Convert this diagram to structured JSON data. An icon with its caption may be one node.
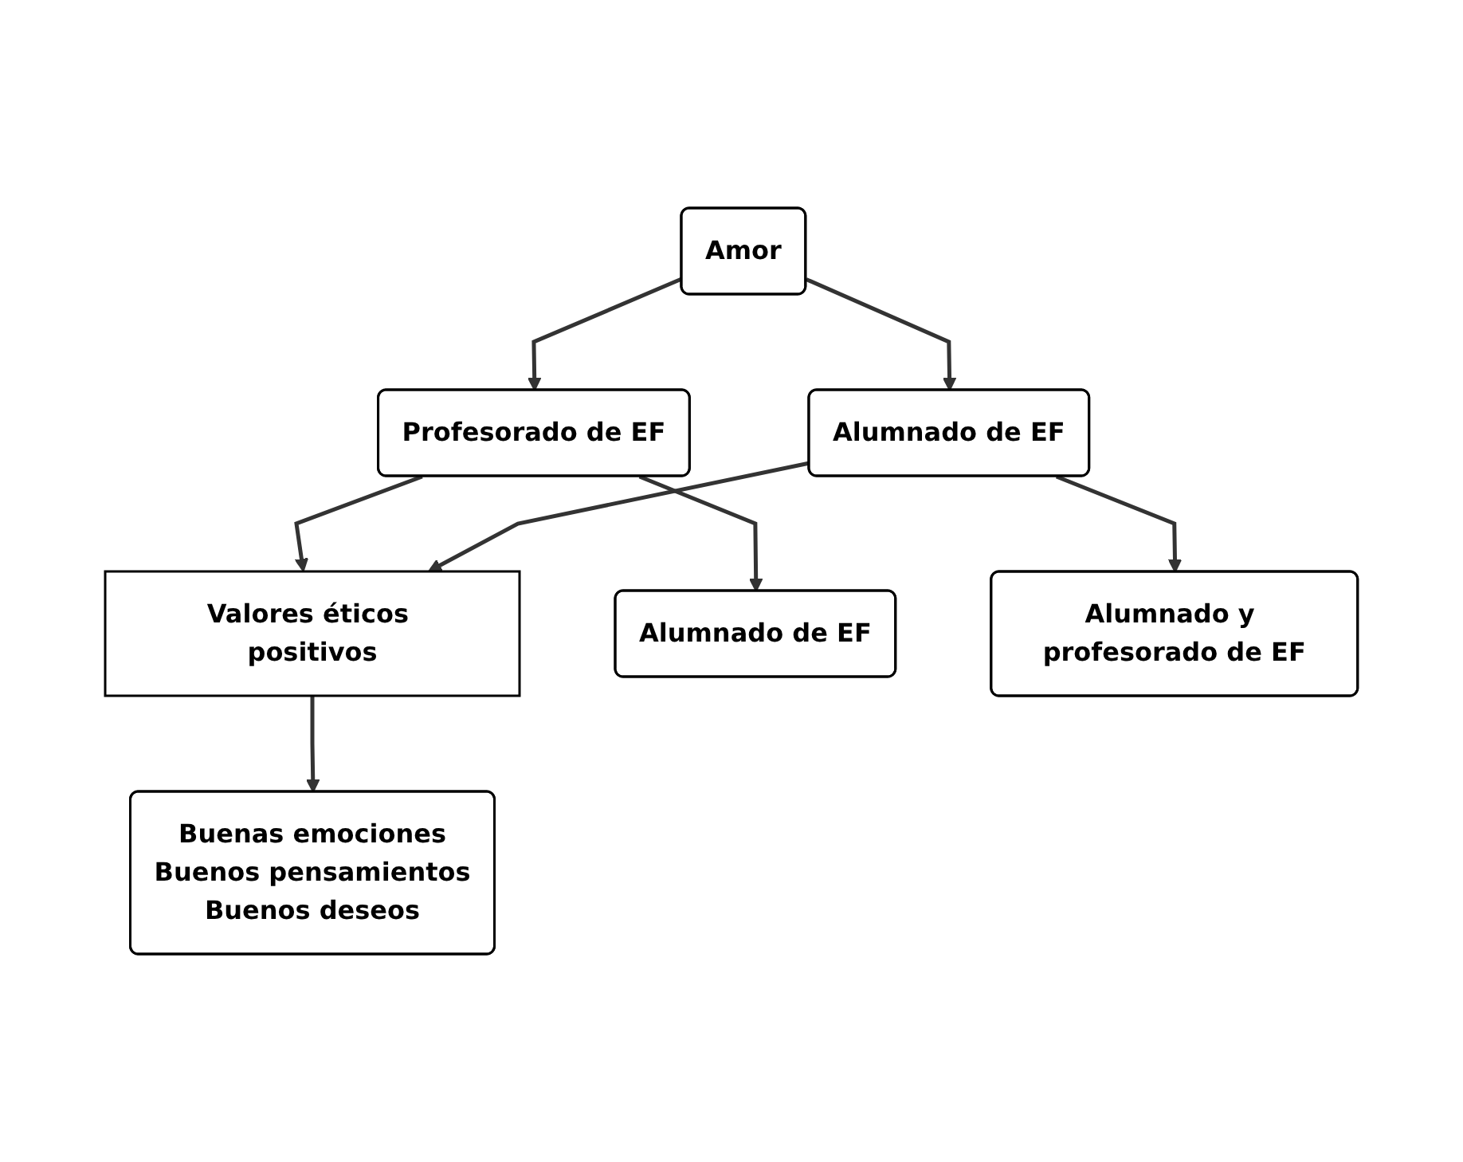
{
  "diagram": {
    "nodes": [
      {
        "text": [
          "Amor"
        ]
      },
      {
        "text": [
          "Profesorado de EF"
        ]
      },
      {
        "text": [
          "Alumnado de EF"
        ]
      },
      {
        "text": [
          "Valores éticos positivos"
        ]
      },
      {
        "text": [
          "Buenas emociones",
          "Buenos pensamientos",
          "Buenos deseos"
        ]
      },
      {
        "text": [
          "Alumnado de EF"
        ]
      },
      {
        "text": [
          "Alumnado y profesorado de EF"
        ]
      }
    ],
    "edges": [
      {
        "from": 0,
        "to": 1,
        "arrow": "to"
      },
      {
        "from": 0,
        "to": 2,
        "arrow": "to"
      },
      {
        "from": 1,
        "to": 3,
        "arrow": "to"
      },
      {
        "from": 2,
        "to": 3,
        "arrow": "to"
      },
      {
        "from": 3,
        "to": 4,
        "arrow": "to"
      },
      {
        "from": 1,
        "to": 5,
        "arrow": "to"
      },
      {
        "from": 2,
        "to": 6,
        "arrow": "to"
      }
    ]
  }
}
